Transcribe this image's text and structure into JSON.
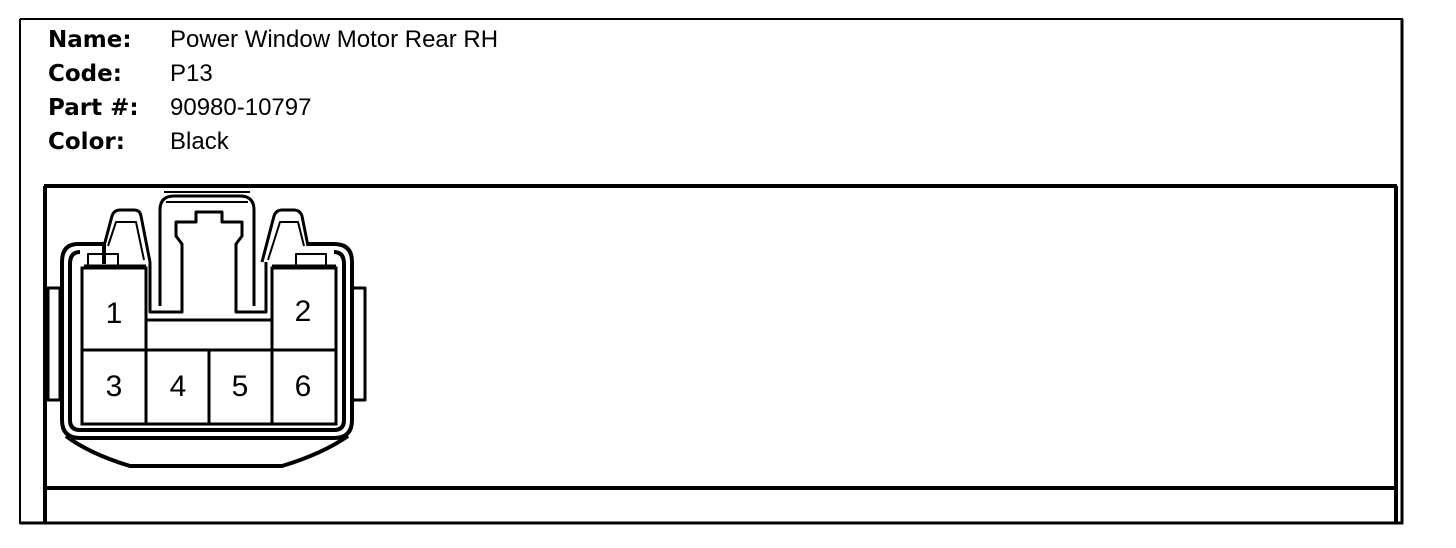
{
  "connector": {
    "fields": [
      {
        "label": "Name:",
        "value": "Power Window Motor Rear RH"
      },
      {
        "label": "Code:",
        "value": "P13"
      },
      {
        "label": "Part #:",
        "value": "90980-10797"
      },
      {
        "label": "Color:",
        "value": "Black"
      }
    ],
    "pins": [
      "1",
      "2",
      "3",
      "4",
      "5",
      "6"
    ]
  }
}
